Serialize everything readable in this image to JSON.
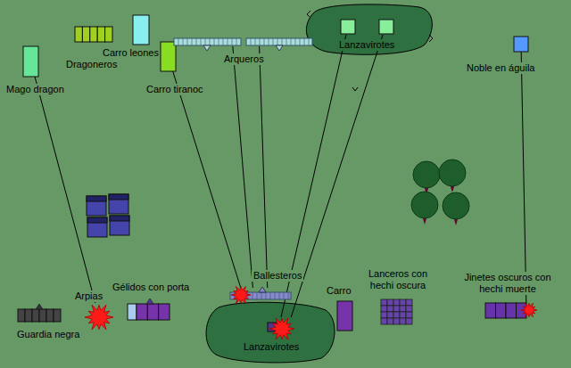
{
  "diagram": {
    "nodes": [
      {
        "text": [
          "Mago dragon"
        ]
      },
      {
        "text": [
          "Dragoneros"
        ]
      },
      {
        "text": [
          "Carro leones"
        ]
      },
      {
        "text": [
          "Carro tiranoc"
        ]
      },
      {
        "text": [
          "Arqueros"
        ]
      },
      {
        "text": [
          "Lanzavirotes"
        ]
      },
      {
        "text": [
          "Noble en águila"
        ]
      },
      {
        "text": [
          "Arpias"
        ]
      },
      {
        "text": [
          "Guardia negra"
        ]
      },
      {
        "text": [
          "Gélidos con porta"
        ]
      },
      {
        "text": [
          "Ballesteros"
        ]
      },
      {
        "text": [
          "Lanzavirotes"
        ]
      },
      {
        "text": [
          "Carro"
        ]
      },
      {
        "text": [
          "Lanceros con hechi oscura"
        ]
      },
      {
        "text": [
          "Jinetes oscuros con hechi muerte"
        ]
      }
    ],
    "edges": [
      {
        "from": 0,
        "to": 7,
        "arrow": "none"
      },
      {
        "from": 3,
        "to": 10,
        "arrow": "none"
      },
      {
        "from": 4,
        "to": 10,
        "arrow": "none"
      },
      {
        "from": 4,
        "to": 10,
        "arrow": "none"
      },
      {
        "from": 5,
        "to": 11,
        "arrow": "none"
      },
      {
        "from": 5,
        "to": 11,
        "arrow": "none"
      },
      {
        "from": 6,
        "to": 14,
        "arrow": "none"
      }
    ]
  }
}
